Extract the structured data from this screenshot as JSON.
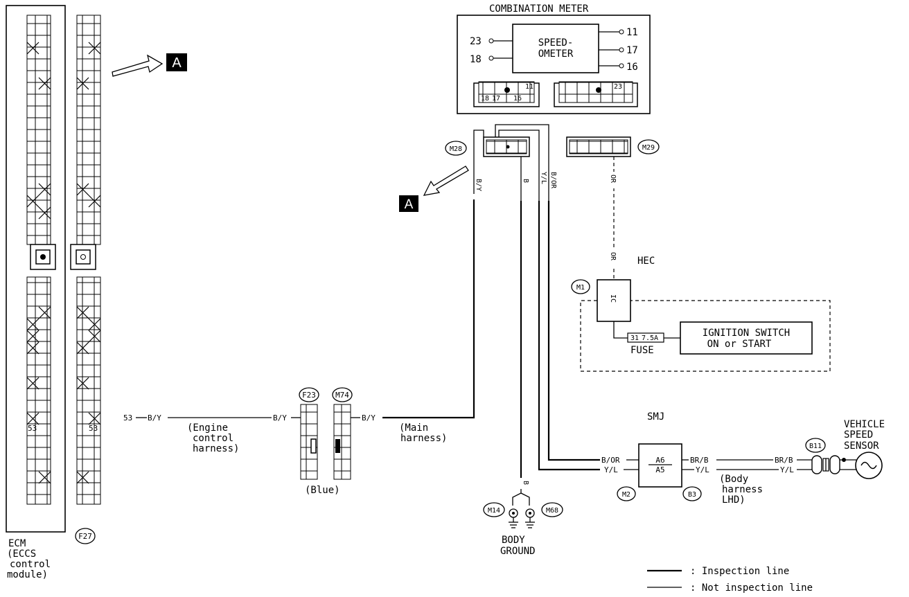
{
  "ecm": {
    "label_lines": [
      "ECM",
      "(ECCS",
      "control",
      "module)"
    ],
    "connector": "F27",
    "pin": "53",
    "callout": "A"
  },
  "combination_meter": {
    "title": "COMBINATION METER",
    "speedometer": [
      "SPEED-",
      "OMETER"
    ],
    "terminals_left": [
      "23",
      "18"
    ],
    "terminals_right": [
      "11",
      "17",
      "16"
    ],
    "connector_left_pins": [
      "18",
      "17",
      "16",
      "11"
    ],
    "connector_right_pin": "23",
    "conn_m28": "M28",
    "conn_m29": "M29"
  },
  "wires": {
    "by": "B/Y",
    "b": "B",
    "yl": "Y/L",
    "bor": "B/OR",
    "or": "OR",
    "brb": "BR/B",
    "pin53": "53"
  },
  "harness": {
    "engine": [
      "(Engine",
      "control",
      "harness)"
    ],
    "main": [
      "(Main",
      "harness)"
    ],
    "body": [
      "(Body",
      "harness",
      "LHD)"
    ],
    "f23": "F23",
    "m74": "M74",
    "blue": "(Blue)"
  },
  "hec": {
    "title": "HEC",
    "conn": "M1",
    "ic": "IC",
    "fuse_rating": "7.5A",
    "fuse_num": "31",
    "fuse_label": "FUSE",
    "switch_lines": [
      "IGNITION SWITCH",
      "ON or START"
    ]
  },
  "smj": {
    "title": "SMJ",
    "pins": [
      "A6",
      "A5"
    ],
    "conn_left": "M2",
    "conn_right": "B3"
  },
  "sensor": {
    "conn": "B11",
    "label_lines": [
      "VEHICLE",
      "SPEED",
      "SENSOR"
    ]
  },
  "ground": {
    "conns": [
      "M14",
      "M68"
    ],
    "label_lines": [
      "BODY",
      "GROUND"
    ]
  },
  "callout": "A",
  "legend": {
    "inspection": ": Inspection line",
    "not_inspection": ": Not inspection line"
  }
}
